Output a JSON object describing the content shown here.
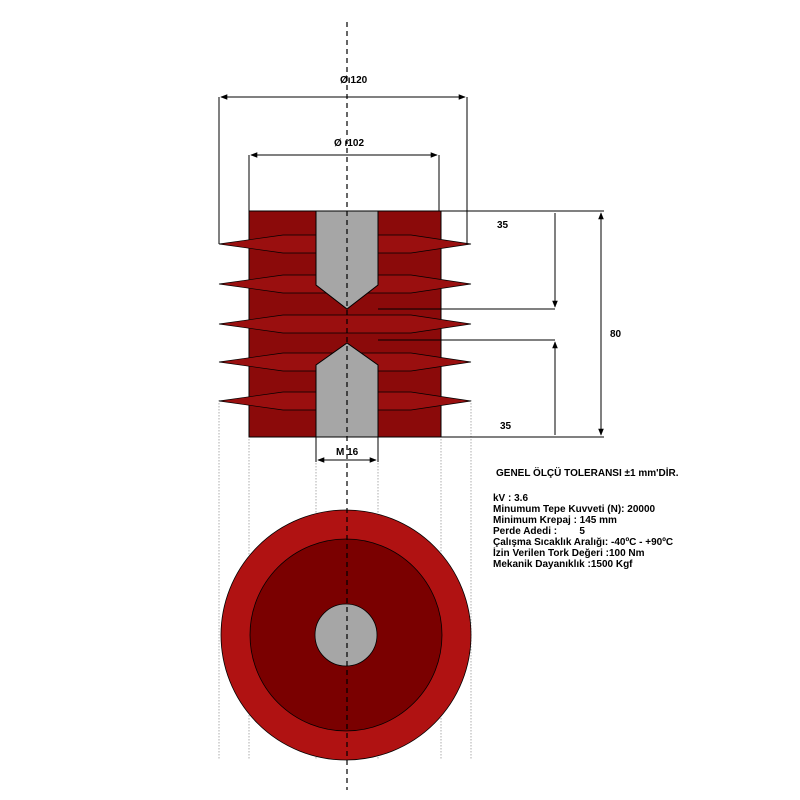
{
  "dimensions": {
    "outer_diameter": "Øı120",
    "inner_diameter": "Ø ı102",
    "thread": "M 16",
    "top_depth": "35",
    "bottom_depth": "35",
    "total_height": "80"
  },
  "tolerance_note": "GENEL ÖLÇÜ TOLERANSI ±1 mm'DİR.",
  "specs": [
    "kV : 3.6",
    "Minumum Tepe Kuvveti (N): 20000",
    "Minimum Krepaj : 145 mm",
    "Perde Adedi :        5",
    "Çalışma Sıcaklık Aralığı: -40ºC - +90ºC",
    "İzin Verilen Tork Değeri :100 Nm",
    "Mekanik Dayanıklık :1500 Kgf"
  ],
  "colors": {
    "insulator_body": "#8b0a0a",
    "insulator_shed": "#9a0f0f",
    "insert_metal": "#a6a6a6",
    "outer_ring": "#b01212",
    "inner_disc": "#7a0000"
  }
}
